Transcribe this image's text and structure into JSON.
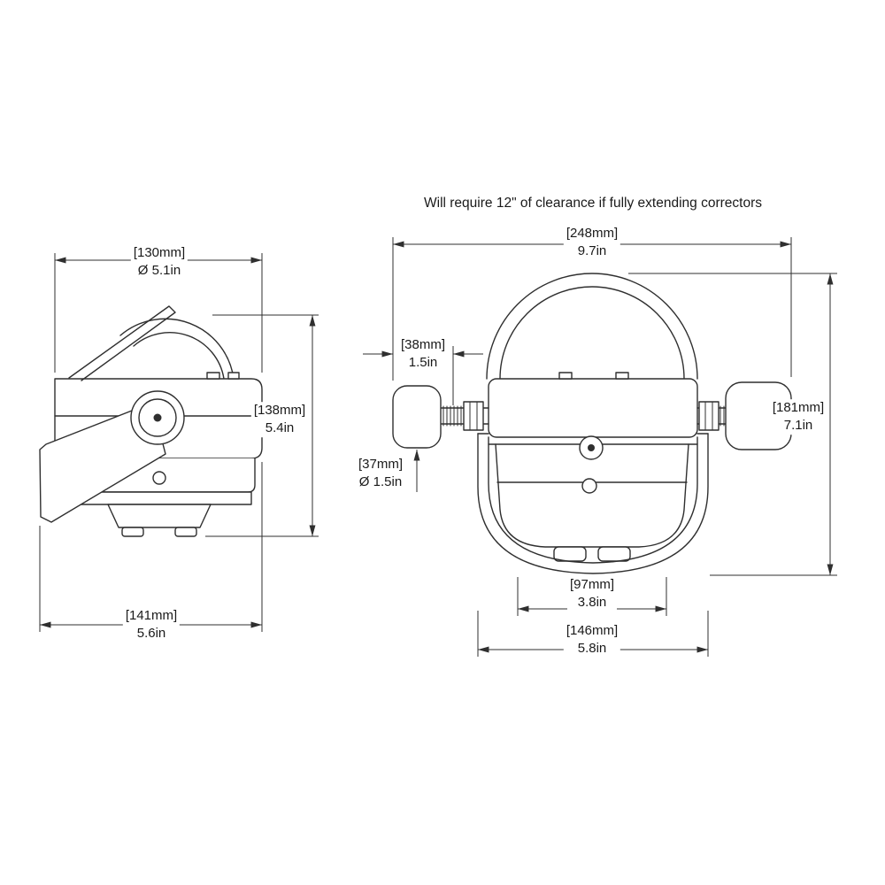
{
  "note": "Will require 12\" of clearance if fully extending correctors",
  "side_view": {
    "diameter": {
      "mm": "[130mm]",
      "inches": "Ø 5.1in"
    },
    "height": {
      "mm": "[138mm]",
      "inches": "5.4in"
    },
    "depth": {
      "mm": "[141mm]",
      "inches": "5.6in"
    }
  },
  "front_view": {
    "overall_width": {
      "mm": "[248mm]",
      "inches": "9.7in"
    },
    "corrector_length": {
      "mm": "[38mm]",
      "inches": "1.5in"
    },
    "corrector_diameter": {
      "mm": "[37mm]",
      "inches": "Ø 1.5in"
    },
    "overall_height": {
      "mm": "[181mm]",
      "inches": "7.1in"
    },
    "foot_spacing": {
      "mm": "[97mm]",
      "inches": "3.8in"
    },
    "bracket_width": {
      "mm": "[146mm]",
      "inches": "5.8in"
    }
  }
}
